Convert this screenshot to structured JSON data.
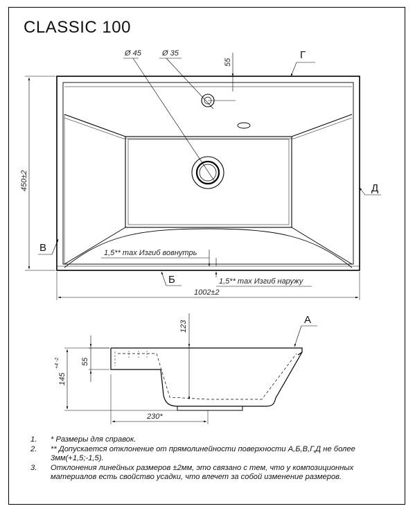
{
  "title": "CLASSIC 100",
  "top_view": {
    "dim_d45": "Ø 45",
    "dim_d35": "Ø 35",
    "dim_55": "55",
    "dim_450": "450±2",
    "dim_1002": "1002±2",
    "bend_in": "1,5** max Изгиб вовнутрь",
    "bend_out": "1,5** max Изгиб наружу",
    "label_g": "Г",
    "label_d": "Д",
    "label_v": "В",
    "label_b": "Б"
  },
  "side_view": {
    "dim_123": "123",
    "dim_55": "55",
    "dim_145_main": "145",
    "dim_145_tol": "+4 -2",
    "dim_230": "230*",
    "label_a": "А"
  },
  "notes": [
    {
      "num": "1.",
      "text": "*  Размеры для справок."
    },
    {
      "num": "2.",
      "text": "**  Допускается отклонение от прямолинейности поверхности А,Б,В,Г,Д не более 3мм(+1,5;-1,5)."
    },
    {
      "num": "3.",
      "text": "Отклонения линейных размеров ±2мм, это связано с тем, что у композиционных материалов есть свойство усадки, что влечет за собой изменение размеров."
    }
  ]
}
